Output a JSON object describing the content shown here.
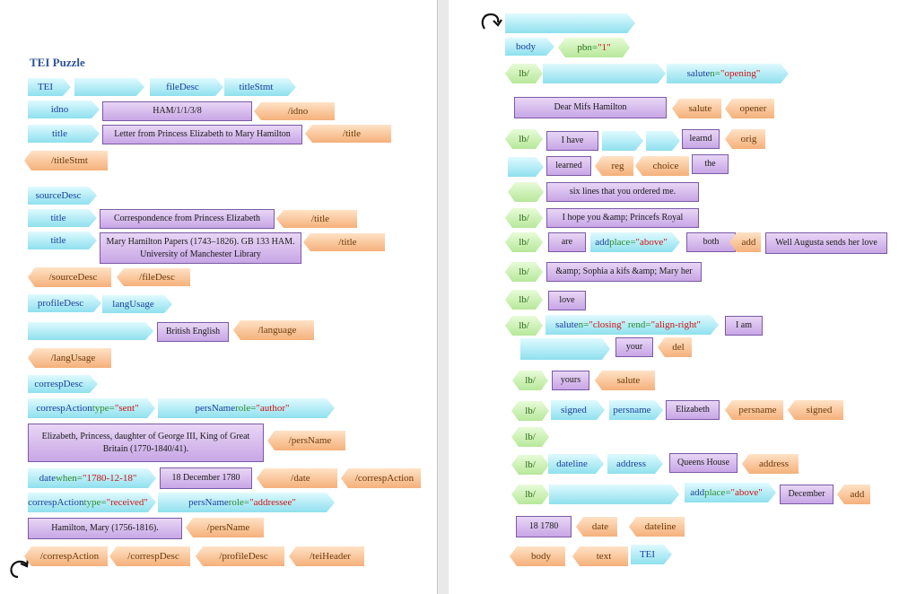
{
  "title": "TEI Puzzle",
  "left_pieces": [
    {
      "id": "l1",
      "kind": "open",
      "text": "TEI"
    },
    {
      "id": "l2",
      "kind": "open",
      "text": ""
    },
    {
      "id": "l3",
      "kind": "open",
      "text": "fileDesc"
    },
    {
      "id": "l4",
      "kind": "open",
      "text": "titleStmt"
    },
    {
      "id": "l5",
      "kind": "open",
      "text": "idno"
    },
    {
      "id": "l6",
      "kind": "text",
      "text": "HAM/1/1/3/8"
    },
    {
      "id": "l7",
      "kind": "close",
      "text": "/idno"
    },
    {
      "id": "l8",
      "kind": "open",
      "text": "title"
    },
    {
      "id": "l9",
      "kind": "text",
      "text": "Letter from Princess Elizabeth to Mary Hamilton"
    },
    {
      "id": "l10",
      "kind": "close",
      "text": "/title"
    },
    {
      "id": "l11",
      "kind": "close",
      "text": "/titleStmt"
    },
    {
      "id": "l12",
      "kind": "open",
      "text": "sourceDesc"
    },
    {
      "id": "l13",
      "kind": "open",
      "text": "title"
    },
    {
      "id": "l14",
      "kind": "text",
      "text": "Correspondence from Princess Elizabeth"
    },
    {
      "id": "l15",
      "kind": "close",
      "text": "/title"
    },
    {
      "id": "l16",
      "kind": "open",
      "text": "title"
    },
    {
      "id": "l17",
      "kind": "text",
      "text": "Mary Hamilton Papers (1743–1826). GB 133 HAM. University of Manchester Library",
      "multi": true
    },
    {
      "id": "l18",
      "kind": "close",
      "text": "/title"
    },
    {
      "id": "l19",
      "kind": "close",
      "text": "/sourceDesc"
    },
    {
      "id": "l20",
      "kind": "close",
      "text": "/fileDesc"
    },
    {
      "id": "l21",
      "kind": "open",
      "text": "profileDesc"
    },
    {
      "id": "l22",
      "kind": "open",
      "text": "langUsage"
    },
    {
      "id": "l23",
      "kind": "open",
      "text": ""
    },
    {
      "id": "l24",
      "kind": "text",
      "text": "British English"
    },
    {
      "id": "l25",
      "kind": "close",
      "text": "/language"
    },
    {
      "id": "l26",
      "kind": "close",
      "text": "/langUsage"
    },
    {
      "id": "l27",
      "kind": "open",
      "text": "correspDesc"
    },
    {
      "id": "l28",
      "kind": "open",
      "text": "correspAction",
      "attr": "type=",
      "val": "\"sent\""
    },
    {
      "id": "l29",
      "kind": "open",
      "text": "persName",
      "attr": "role=",
      "val": "\"author\""
    },
    {
      "id": "l30",
      "kind": "text",
      "text": "Elizabeth, Princess, daughter of George III, King of Great Britain (1770-1840/41).",
      "multi": true
    },
    {
      "id": "l31",
      "kind": "close",
      "text": "/persName"
    },
    {
      "id": "l32",
      "kind": "open",
      "text": "date",
      "attr": "when=",
      "val": "\"1780-12-18\""
    },
    {
      "id": "l33",
      "kind": "text",
      "text": "18 December 1780"
    },
    {
      "id": "l34",
      "kind": "close",
      "text": "/date"
    },
    {
      "id": "l35",
      "kind": "close",
      "text": "/correspAction"
    },
    {
      "id": "l36",
      "kind": "open",
      "text": "correspAction",
      "attr": "type=",
      "val": "\"received\""
    },
    {
      "id": "l37",
      "kind": "open",
      "text": "persName",
      "attr": "role=",
      "val": "\"addressee\""
    },
    {
      "id": "l38",
      "kind": "text",
      "text": "Hamilton, Mary (1756-1816)."
    },
    {
      "id": "l39",
      "kind": "close",
      "text": "/persName"
    },
    {
      "id": "l40",
      "kind": "close",
      "text": "/correspAction"
    },
    {
      "id": "l41",
      "kind": "close",
      "text": "/correspDesc"
    },
    {
      "id": "l42",
      "kind": "close",
      "text": "/profileDesc"
    },
    {
      "id": "l43",
      "kind": "close",
      "text": "/teiHeader"
    }
  ],
  "right_pieces": [
    {
      "id": "r1",
      "kind": "open",
      "text": ""
    },
    {
      "id": "r2",
      "kind": "open",
      "text": "body"
    },
    {
      "id": "r3",
      "kind": "empty",
      "text": "pb",
      "attr": "n=",
      "val": "\"1\""
    },
    {
      "id": "r4",
      "kind": "empty",
      "text": "lb/"
    },
    {
      "id": "r5",
      "kind": "open",
      "text": ""
    },
    {
      "id": "r6",
      "kind": "open",
      "text": "salute",
      "attr": "n=",
      "val": "\"opening\""
    },
    {
      "id": "r7",
      "kind": "text",
      "text": "Dear Mifs Hamilton"
    },
    {
      "id": "r8",
      "kind": "close",
      "text": "salute"
    },
    {
      "id": "r9",
      "kind": "close",
      "text": "opener"
    },
    {
      "id": "r10",
      "kind": "empty",
      "text": "lb/"
    },
    {
      "id": "r11",
      "kind": "text",
      "text": "I have"
    },
    {
      "id": "r12",
      "kind": "open",
      "text": ""
    },
    {
      "id": "r13",
      "kind": "open",
      "text": ""
    },
    {
      "id": "r14",
      "kind": "text",
      "text": "learnd"
    },
    {
      "id": "r15",
      "kind": "close",
      "text": "orig"
    },
    {
      "id": "r16",
      "kind": "open",
      "text": ""
    },
    {
      "id": "r17",
      "kind": "text",
      "text": "learned"
    },
    {
      "id": "r18",
      "kind": "close",
      "text": "reg"
    },
    {
      "id": "r19",
      "kind": "close",
      "text": "choice"
    },
    {
      "id": "r20",
      "kind": "text",
      "text": "the"
    },
    {
      "id": "r21",
      "kind": "empty",
      "text": ""
    },
    {
      "id": "r22",
      "kind": "text",
      "text": "six lines that you ordered me."
    },
    {
      "id": "r23",
      "kind": "empty",
      "text": "lb/"
    },
    {
      "id": "r24",
      "kind": "text",
      "text": "I hope you &amp; Princefs Royal"
    },
    {
      "id": "r25",
      "kind": "empty",
      "text": "lb/"
    },
    {
      "id": "r26",
      "kind": "text",
      "text": "are"
    },
    {
      "id": "r27",
      "kind": "open",
      "text": "add",
      "attr": "place=",
      "val": "\"above\""
    },
    {
      "id": "r28",
      "kind": "text",
      "text": "both"
    },
    {
      "id": "r29",
      "kind": "close",
      "text": "add"
    },
    {
      "id": "r30",
      "kind": "text",
      "text": "Well Augusta sends her love"
    },
    {
      "id": "r31",
      "kind": "empty",
      "text": "lb/"
    },
    {
      "id": "r32",
      "kind": "text",
      "text": "&amp; Sophia a kifs &amp; Mary her"
    },
    {
      "id": "r33",
      "kind": "empty",
      "text": "lb/"
    },
    {
      "id": "r34",
      "kind": "text",
      "text": "love"
    },
    {
      "id": "r35",
      "kind": "empty",
      "text": "lb/"
    },
    {
      "id": "r36",
      "kind": "open",
      "text": "salute",
      "attr": "n=",
      "val": "\"closing\"",
      "attr2": "rend=",
      "val2": "\"align-right\""
    },
    {
      "id": "r37",
      "kind": "text",
      "text": "I am"
    },
    {
      "id": "r38",
      "kind": "open",
      "text": ""
    },
    {
      "id": "r39",
      "kind": "text",
      "text": "your"
    },
    {
      "id": "r40",
      "kind": "close",
      "text": "del"
    },
    {
      "id": "r41",
      "kind": "empty",
      "text": "lb/"
    },
    {
      "id": "r42",
      "kind": "text",
      "text": "yours"
    },
    {
      "id": "r43",
      "kind": "close",
      "text": "salute"
    },
    {
      "id": "r44",
      "kind": "empty",
      "text": "lb/"
    },
    {
      "id": "r45",
      "kind": "open",
      "text": "signed"
    },
    {
      "id": "r46",
      "kind": "open",
      "text": "persname"
    },
    {
      "id": "r47",
      "kind": "text",
      "text": "Elizabeth"
    },
    {
      "id": "r48",
      "kind": "close",
      "text": "persname"
    },
    {
      "id": "r49",
      "kind": "close",
      "text": "signed"
    },
    {
      "id": "r50",
      "kind": "empty",
      "text": "lb/"
    },
    {
      "id": "r51",
      "kind": "empty",
      "text": "lb/"
    },
    {
      "id": "r52",
      "kind": "open",
      "text": "dateline"
    },
    {
      "id": "r53",
      "kind": "open",
      "text": "address"
    },
    {
      "id": "r54",
      "kind": "text",
      "text": "Queens House"
    },
    {
      "id": "r55",
      "kind": "close",
      "text": "address"
    },
    {
      "id": "r56",
      "kind": "empty",
      "text": "lb/"
    },
    {
      "id": "r57",
      "kind": "open",
      "text": ""
    },
    {
      "id": "r58",
      "kind": "open",
      "text": "add",
      "attr": "place=",
      "val": "\"above\""
    },
    {
      "id": "r59",
      "kind": "text",
      "text": "December"
    },
    {
      "id": "r60",
      "kind": "close",
      "text": "add"
    },
    {
      "id": "r61",
      "kind": "text",
      "text": "18 1780"
    },
    {
      "id": "r62",
      "kind": "close",
      "text": "date"
    },
    {
      "id": "r63",
      "kind": "close",
      "text": "dateline"
    },
    {
      "id": "r64",
      "kind": "close",
      "text": "body"
    },
    {
      "id": "r65",
      "kind": "close",
      "text": "text"
    },
    {
      "id": "r66",
      "kind": "open",
      "text": "TEI"
    }
  ]
}
